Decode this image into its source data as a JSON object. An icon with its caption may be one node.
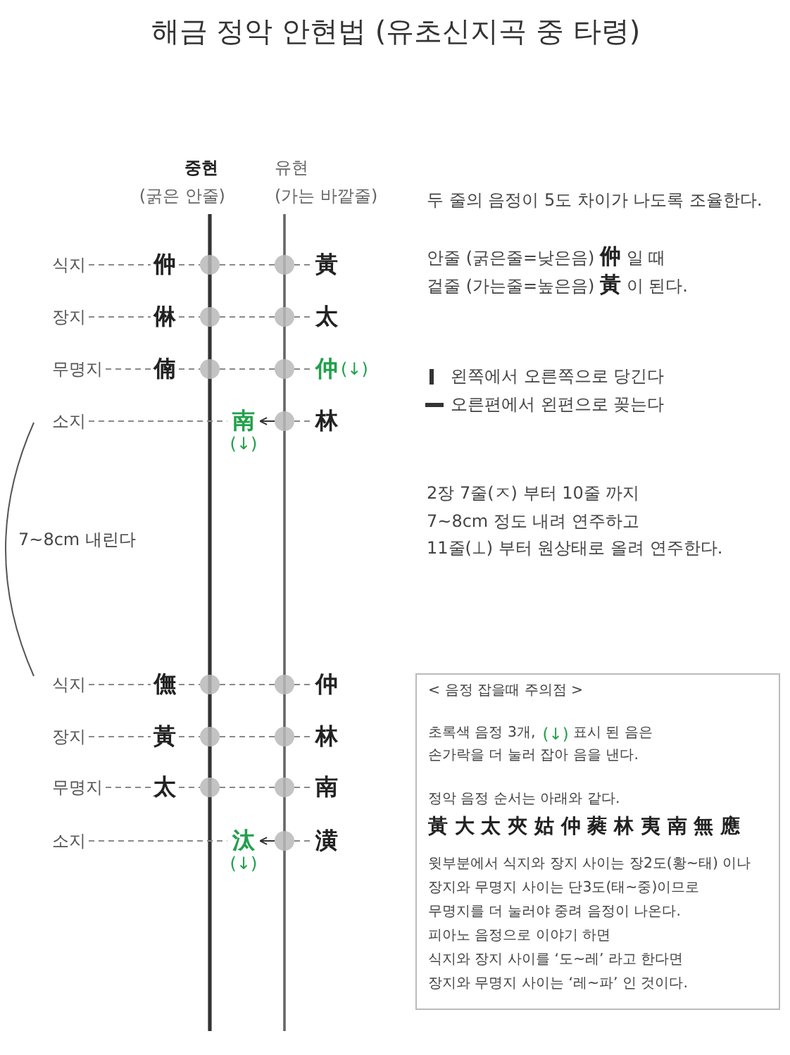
{
  "diagram": {
    "title": "해금 정악 안현법 (유초신지곡 중 타령)",
    "nodes": [
      {
        "text": [
          "식지"
        ]
      },
      {
        "text": [
          "㑖"
        ]
      },
      {
        "text": [],
        "shape": "circle"
      },
      {
        "text": [],
        "shape": "circle"
      },
      {
        "text": [
          "黃"
        ]
      },
      {
        "text": [
          "장지"
        ]
      },
      {
        "text": [
          "㑣"
        ]
      },
      {
        "text": [],
        "shape": "circle"
      },
      {
        "text": [],
        "shape": "circle"
      },
      {
        "text": [
          "太"
        ]
      },
      {
        "text": [
          "무명지"
        ]
      },
      {
        "text": [
          "㑲"
        ]
      },
      {
        "text": [],
        "shape": "circle"
      },
      {
        "text": [],
        "shape": "circle"
      },
      {
        "text": [
          "仲",
          "(↓)"
        ]
      },
      {
        "text": [
          "소지"
        ]
      },
      {
        "text": [
          "南",
          "(↓)"
        ]
      },
      {
        "text": [],
        "shape": "circle"
      },
      {
        "text": [
          "林"
        ]
      },
      {
        "text": [
          "식지"
        ]
      },
      {
        "text": [
          "㒇"
        ]
      },
      {
        "text": [],
        "shape": "circle"
      },
      {
        "text": [],
        "shape": "circle"
      },
      {
        "text": [
          "仲"
        ]
      },
      {
        "text": [
          "장지"
        ]
      },
      {
        "text": [
          "黃"
        ]
      },
      {
        "text": [],
        "shape": "circle"
      },
      {
        "text": [],
        "shape": "circle"
      },
      {
        "text": [
          "林"
        ]
      },
      {
        "text": [
          "무명지"
        ]
      },
      {
        "text": [
          "太"
        ]
      },
      {
        "text": [],
        "shape": "circle"
      },
      {
        "text": [],
        "shape": "circle"
      },
      {
        "text": [
          "南"
        ]
      },
      {
        "text": [
          "소지"
        ]
      },
      {
        "text": [
          "汰",
          "(↓)"
        ]
      },
      {
        "text": [],
        "shape": "circle"
      },
      {
        "text": [
          "潢"
        ]
      },
      {
        "text": [
          "< 음정 잡을때 주의점 >",
          "초록색 음정 3개,",
          "(↓)",
          "표시 된 음은",
          "손가락을 더 눌러 잡아 음을 낸다.",
          "정악 음정 순서는 아래와 같다.",
          "黃 大 太 夾 姑 仲 蕤 林 夷 南 無 應",
          "윗부분에서 식지와 장지 사이는 장2도(황~태) 이나",
          "장지와 무명지 사이는 단3도(태~중)이므로",
          "무명지를 더 눌러야 중려 음정이 나온다.",
          "피아노 음정으로 이야기 하면",
          "식지와 장지 사이를 ‘도~레’ 라고 한다면",
          "장지와 무명지 사이는 ‘레~파’ 인 것이다."
        ]
      }
    ],
    "edges": [
      {
        "from": 0,
        "to": 1,
        "arrow": "none",
        "style": "dashed"
      },
      {
        "from": 1,
        "to": 2,
        "arrow": "none",
        "style": "dashed"
      },
      {
        "from": 2,
        "to": 3,
        "arrow": "none",
        "style": "dashed"
      },
      {
        "from": 3,
        "to": 4,
        "arrow": "none",
        "style": "dashed"
      },
      {
        "from": 5,
        "to": 6,
        "arrow": "none",
        "style": "dashed"
      },
      {
        "from": 6,
        "to": 7,
        "arrow": "none",
        "style": "dashed"
      },
      {
        "from": 7,
        "to": 8,
        "arrow": "none",
        "style": "dashed"
      },
      {
        "from": 8,
        "to": 9,
        "arrow": "none",
        "style": "dashed"
      },
      {
        "from": 10,
        "to": 11,
        "arrow": "none",
        "style": "dashed"
      },
      {
        "from": 11,
        "to": 12,
        "arrow": "none",
        "style": "dashed"
      },
      {
        "from": 12,
        "to": 13,
        "arrow": "none",
        "style": "dashed"
      },
      {
        "from": 13,
        "to": 14,
        "arrow": "none",
        "style": "dashed"
      },
      {
        "from": 15,
        "to": 16,
        "arrow": "none",
        "style": "dashed"
      },
      {
        "from": 17,
        "to": 16,
        "arrow": "to",
        "color": "#333333"
      },
      {
        "from": 17,
        "to": 18,
        "arrow": "none",
        "style": "dashed"
      },
      {
        "from": 19,
        "to": 20,
        "arrow": "none",
        "style": "dashed"
      },
      {
        "from": 20,
        "to": 21,
        "arrow": "none",
        "style": "dashed"
      },
      {
        "from": 21,
        "to": 22,
        "arrow": "none",
        "style": "dashed"
      },
      {
        "from": 22,
        "to": 23,
        "arrow": "none",
        "style": "dashed"
      },
      {
        "from": 24,
        "to": 25,
        "arrow": "none",
        "style": "dashed"
      },
      {
        "from": 25,
        "to": 26,
        "arrow": "none",
        "style": "dashed"
      },
      {
        "from": 26,
        "to": 27,
        "arrow": "none",
        "style": "dashed"
      },
      {
        "from": 27,
        "to": 28,
        "arrow": "none",
        "style": "dashed"
      },
      {
        "from": 29,
        "to": 30,
        "arrow": "none",
        "style": "dashed"
      },
      {
        "from": 30,
        "to": 31,
        "arrow": "none",
        "style": "dashed"
      },
      {
        "from": 31,
        "to": 32,
        "arrow": "none",
        "style": "dashed"
      },
      {
        "from": 32,
        "to": 33,
        "arrow": "none",
        "style": "dashed"
      },
      {
        "from": 34,
        "to": 35,
        "arrow": "none",
        "style": "dashed"
      },
      {
        "from": 36,
        "to": 35,
        "arrow": "to",
        "color": "#333333"
      },
      {
        "from": 36,
        "to": 37,
        "arrow": "none",
        "style": "dashed"
      }
    ],
    "labels": [
      "중현",
      "(굵은 안줄)",
      "유현",
      "(가는 바깥줄)",
      "두 줄의 음정이 5도 차이가 나도록 조율한다.",
      "안줄 (굵은줄=낮은음) **㑖** 일 때",
      "겉줄 (가는줄=높은음) **黃** 이 된다.",
      "7~8cm 내린다",
      "2장 7줄(ㅈ) 부터 10줄 까지",
      "7~8cm 정도 내려 연주하고",
      "11줄(⊥) 부터 원상태로 올려 연주한다."
    ],
    "legend": [
      {
        "text": "왼쪽에서 오른쪽으로 당긴다"
      },
      {
        "text": "오른편에서 왼편으로 꽂는다"
      }
    ]
  }
}
